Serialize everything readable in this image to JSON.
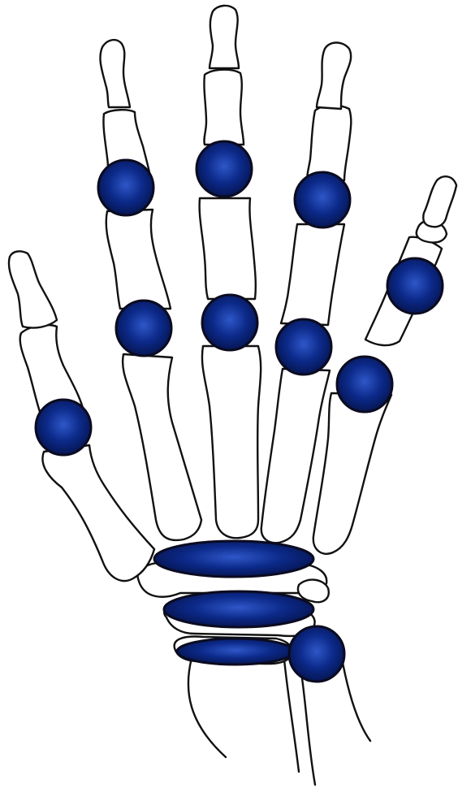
{
  "diagram": {
    "subject": "hand-skeleton-joint-diagram",
    "background": "#ffffff",
    "outline_color": "#111111",
    "marker_color_center": "#2f57c8",
    "marker_color_mid": "#0c2a8a",
    "marker_color_edge": "#061653",
    "joints": [
      {
        "id": "index-pip",
        "type": "circle"
      },
      {
        "id": "middle-pip",
        "type": "circle"
      },
      {
        "id": "ring-pip",
        "type": "circle"
      },
      {
        "id": "little-pip",
        "type": "circle"
      },
      {
        "id": "index-mcp",
        "type": "circle"
      },
      {
        "id": "middle-mcp",
        "type": "circle"
      },
      {
        "id": "ring-mcp",
        "type": "circle"
      },
      {
        "id": "little-mcp",
        "type": "circle"
      },
      {
        "id": "thumb-ip",
        "type": "circle"
      },
      {
        "id": "thumb-mcp",
        "type": "circle"
      },
      {
        "id": "wrist-ulnar",
        "type": "circle"
      },
      {
        "id": "carpometacarpal-row",
        "type": "ellipse"
      },
      {
        "id": "midcarpal-row",
        "type": "ellipse"
      },
      {
        "id": "radiocarpal-row",
        "type": "ellipse"
      }
    ]
  }
}
